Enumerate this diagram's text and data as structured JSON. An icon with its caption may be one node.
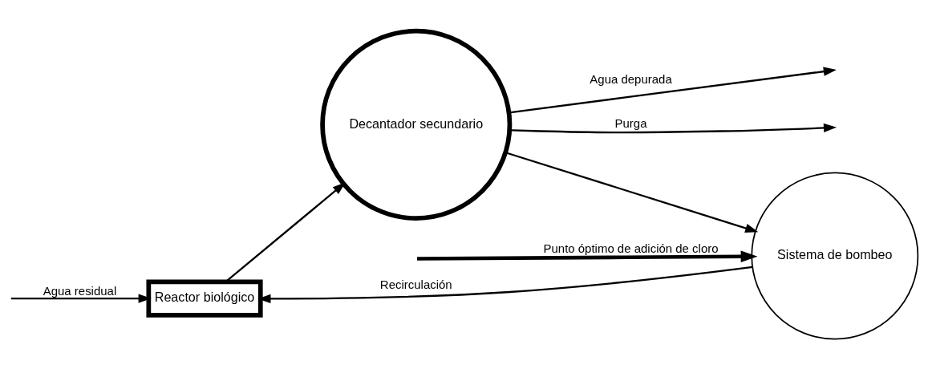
{
  "diagram": {
    "nodes": [
      {
        "text": [
          "Reactor biológico"
        ]
      },
      {
        "text": [
          "Decantador secundario"
        ]
      },
      {
        "text": [
          "Sistema de bombeo"
        ]
      }
    ],
    "edges": [
      {
        "from": null,
        "to": 0,
        "arrow": "to",
        "label": "Agua residual"
      },
      {
        "from": 0,
        "to": 1,
        "arrow": "to"
      },
      {
        "from": 1,
        "to": null,
        "arrow": "to",
        "label": "Agua depurada"
      },
      {
        "from": 1,
        "to": 2,
        "arrow": "to"
      },
      {
        "from": 1,
        "to": null,
        "arrow": "to",
        "label": "Purga"
      },
      {
        "from": 2,
        "to": 0,
        "arrow": "to",
        "label": "Recirculación"
      },
      {
        "from": null,
        "to": 2,
        "arrow": "to",
        "label": "Punto óptimo de adición de cloro",
        "style": "thick"
      }
    ]
  }
}
